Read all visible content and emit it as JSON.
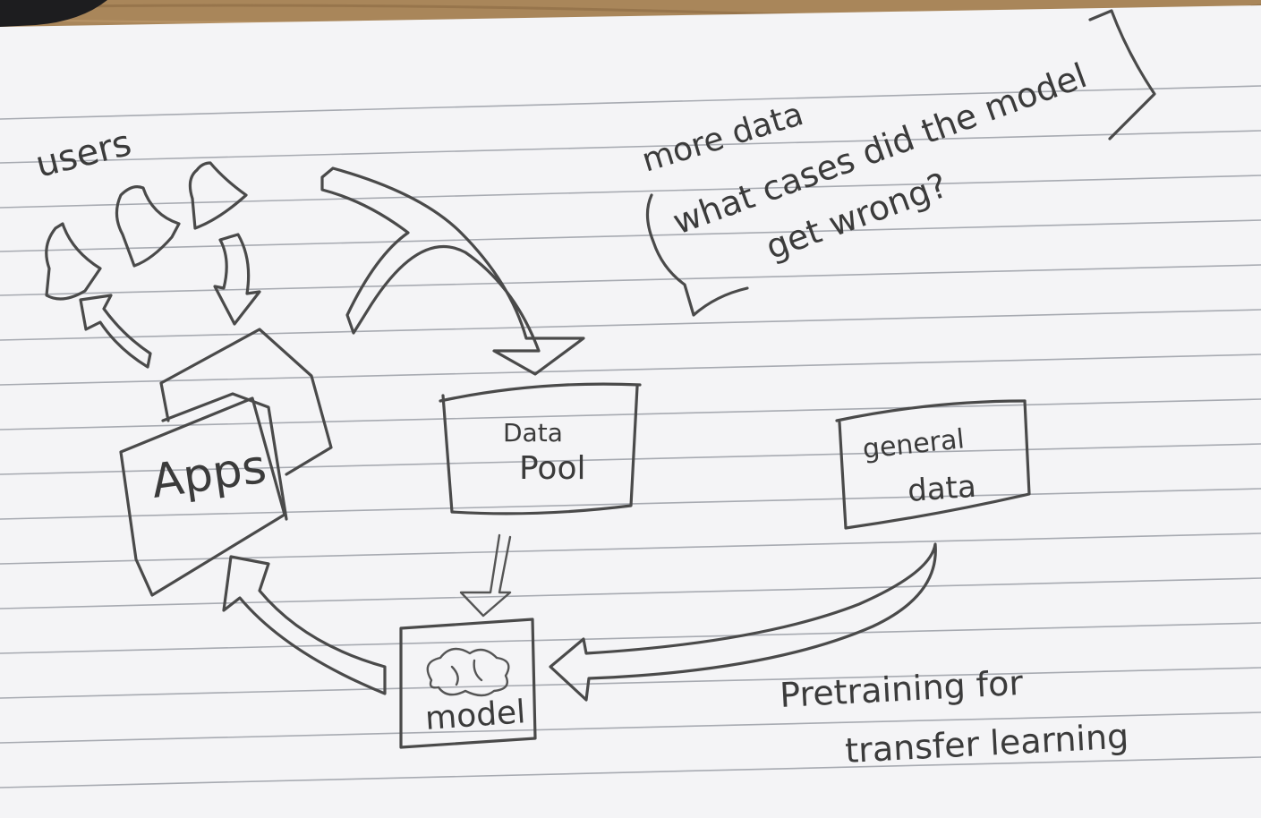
{
  "notes": {
    "users": "users",
    "apps": "Apps",
    "data_pool_line1": "Data",
    "data_pool_line2": "Pool",
    "general_data_line1": "general",
    "general_data_line2": "data",
    "model": "model",
    "more_data": "more data",
    "question_line1": "what cases did the model",
    "question_line2": "get wrong?",
    "pretraining_line1": "Pretraining for",
    "pretraining_line2": "transfer learning"
  },
  "colors": {
    "paper": "#f4f4f6",
    "pencil": "#4a4a4a",
    "ruled_line": "#9a9ea6",
    "table": "#a9865a"
  }
}
